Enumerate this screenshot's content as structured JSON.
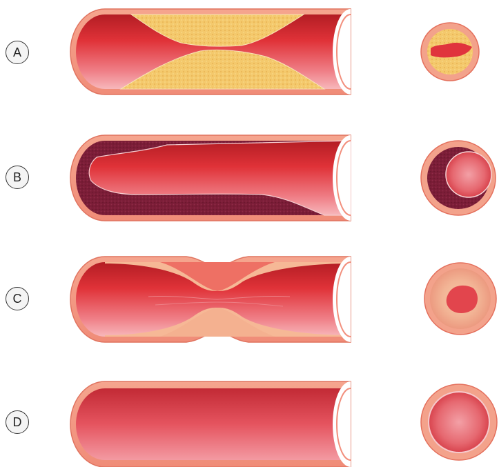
{
  "panels": [
    {
      "id": "A",
      "label": "A"
    },
    {
      "id": "B",
      "label": "B"
    },
    {
      "id": "C",
      "label": "C"
    },
    {
      "id": "D",
      "label": "D"
    }
  ],
  "colors": {
    "vessel_outer": "#f4a088",
    "vessel_wall_edge": "#e46a5c",
    "lumen_red": "#d9272c",
    "lumen_light": "#f5a3a7",
    "plaque_yellow": "#f3c86a",
    "clot_dark": "#7a1c36",
    "swelling_peach": "#f6b896"
  }
}
